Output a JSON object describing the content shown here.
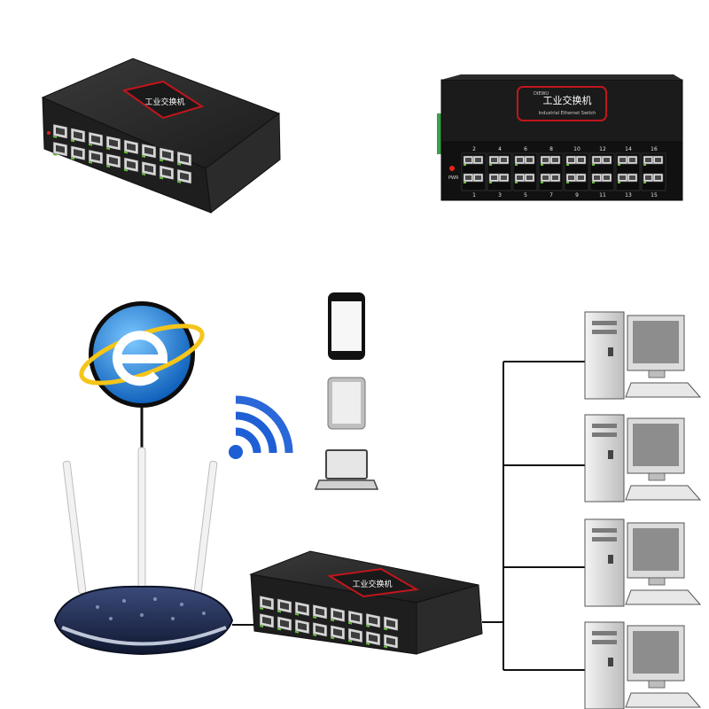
{
  "colors": {
    "switch_body": "#222222",
    "switch_edge": "#111111",
    "badge_border": "#c0161b",
    "port_led": "#66c23a",
    "wifi_blue": "#1f5fd6",
    "ie_blue": "#1a7ad8",
    "router_navy": "#1f2a4a",
    "wire": "#111111"
  },
  "switch_badge": {
    "brand": "DIEWU",
    "title": "工业交换机",
    "subtitle": "Industrial Ethernet Switch"
  },
  "front_switch": {
    "power_label": "PWR",
    "top_port_numbers": [
      "2",
      "4",
      "6",
      "8",
      "10",
      "12",
      "14",
      "16"
    ],
    "bottom_port_numbers": [
      "1",
      "3",
      "5",
      "7",
      "9",
      "11",
      "13",
      "15"
    ]
  },
  "icons": {
    "browser": "internet-explorer-icon",
    "wifi": "wifi-signal-icon",
    "phone": "smartphone-icon",
    "tablet": "tablet-icon",
    "laptop": "laptop-icon",
    "router": "wireless-router-icon",
    "computer": "desktop-computer-icon"
  },
  "computers": [
    {
      "id": "pc-1"
    },
    {
      "id": "pc-2"
    },
    {
      "id": "pc-3"
    },
    {
      "id": "pc-4"
    }
  ]
}
